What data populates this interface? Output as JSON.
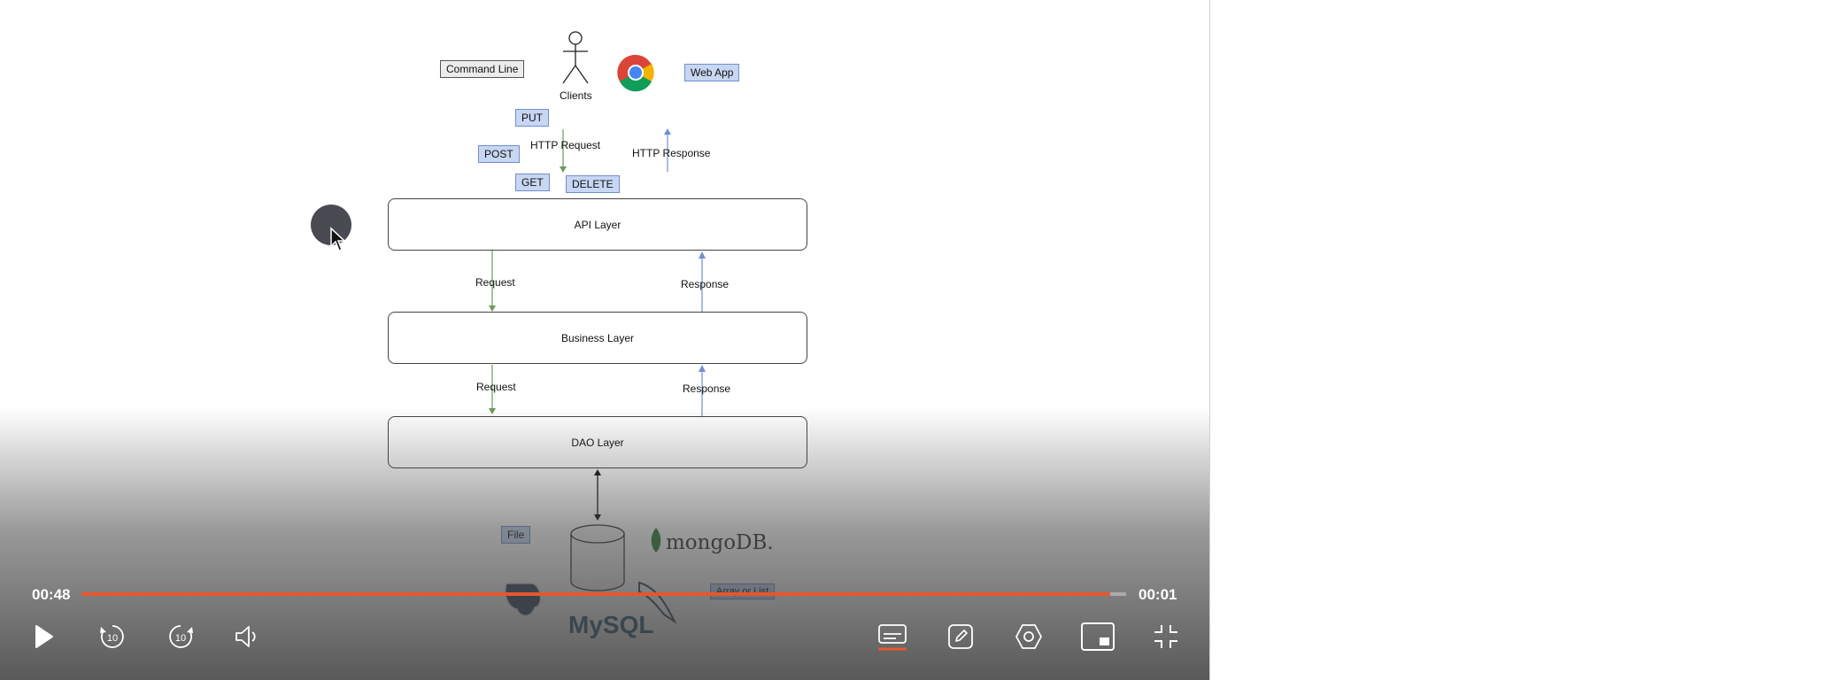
{
  "diagram": {
    "clients_label": "Clients",
    "command_line": "Command Line",
    "web_app": "Web App",
    "methods": [
      "PUT",
      "POST",
      "GET",
      "DELETE"
    ],
    "http_request": "HTTP Request",
    "http_response": "HTTP Response",
    "layers": [
      "API Layer",
      "Business Layer",
      "DAO Layer"
    ],
    "request_label": "Request",
    "response_label": "Response",
    "file_label": "File",
    "mongodb_label": "mongoDB.",
    "mysql_label": "MySQL",
    "array_label": "Array or List"
  },
  "player": {
    "current_time": "00:48",
    "remaining_time": "00:01",
    "progress": 0.985,
    "accent_color": "#e4572e",
    "controls": [
      "play-icon",
      "rewind-10-icon",
      "forward-10-icon",
      "volume-icon",
      "subtitles-icon",
      "pen-icon",
      "settings-icon",
      "picture-in-picture-icon",
      "exit-fullscreen-icon"
    ],
    "rewind_label": "10",
    "forward_label": "10"
  }
}
